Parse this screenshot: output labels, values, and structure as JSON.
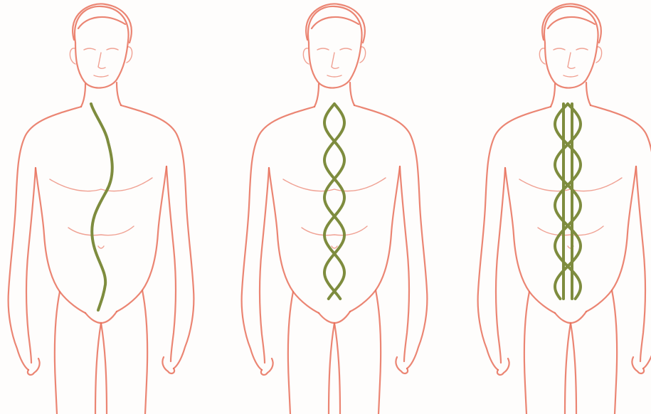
{
  "colors": {
    "background": "#fefdfc",
    "body_outline": "#e8705a",
    "strand": "#7e8c3e"
  },
  "figures": [
    {
      "strand_count": 1
    },
    {
      "strand_count": 2
    },
    {
      "strand_count": 4
    }
  ]
}
